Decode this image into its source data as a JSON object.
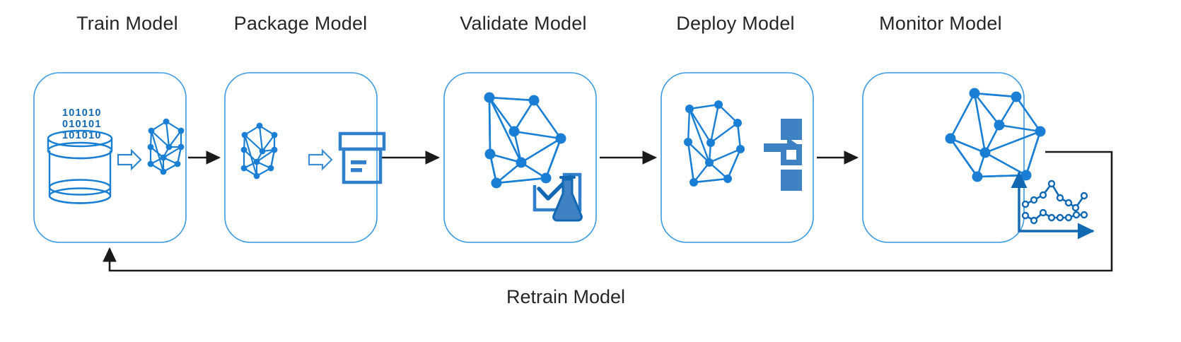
{
  "diagram": {
    "type": "process-flow",
    "title": "",
    "colors": {
      "accent_blue": "#1a7fd4",
      "accent_blue_dark": "#1268b3",
      "accent_blue_muted": "#3f82c4",
      "card_border": "#3b9ae1",
      "arrow_black": "#1a1a1a",
      "text": "#262626",
      "background": "#ffffff"
    },
    "stages": [
      {
        "id": "train",
        "title": "Train Model",
        "icons": [
          "database-icon",
          "binary-data-icon",
          "outline-arrow-icon",
          "neural-network-icon"
        ],
        "binary_lines": [
          "101010",
          "010101",
          "101010"
        ]
      },
      {
        "id": "package",
        "title": "Package Model",
        "icons": [
          "neural-network-icon",
          "outline-arrow-icon",
          "package-box-icon"
        ]
      },
      {
        "id": "validate",
        "title": "Validate Model",
        "icons": [
          "neural-network-icon",
          "checkmark-box-icon",
          "flask-icon"
        ]
      },
      {
        "id": "deploy",
        "title": "Deploy Model",
        "icons": [
          "neural-network-icon",
          "solid-arrow-icon",
          "stacked-squares-icon"
        ]
      },
      {
        "id": "monitor",
        "title": "Monitor Model",
        "icons": [
          "neural-network-icon",
          "line-chart-icon"
        ]
      }
    ],
    "connectors": [
      {
        "id": "train-to-package",
        "from": "train",
        "to": "package",
        "label": ""
      },
      {
        "id": "package-to-validate",
        "from": "package",
        "to": "validate",
        "label": ""
      },
      {
        "id": "validate-to-deploy",
        "from": "validate",
        "to": "deploy",
        "label": ""
      },
      {
        "id": "deploy-to-monitor",
        "from": "deploy",
        "to": "monitor",
        "label": ""
      }
    ],
    "feedback_loop": {
      "id": "retrain-loop",
      "label": "Retrain Model",
      "from": "monitor",
      "to": "train"
    },
    "monitor_chart": {
      "type": "line",
      "series": [
        {
          "name": "series-upper",
          "values": [
            3,
            4,
            5,
            7,
            4.6,
            4.2,
            3.2,
            5.2
          ]
        },
        {
          "name": "series-lower",
          "values": [
            1.6,
            0.9,
            2.2,
            1.3,
            1.3,
            1.3,
            1.7,
            1.7
          ]
        }
      ]
    }
  }
}
